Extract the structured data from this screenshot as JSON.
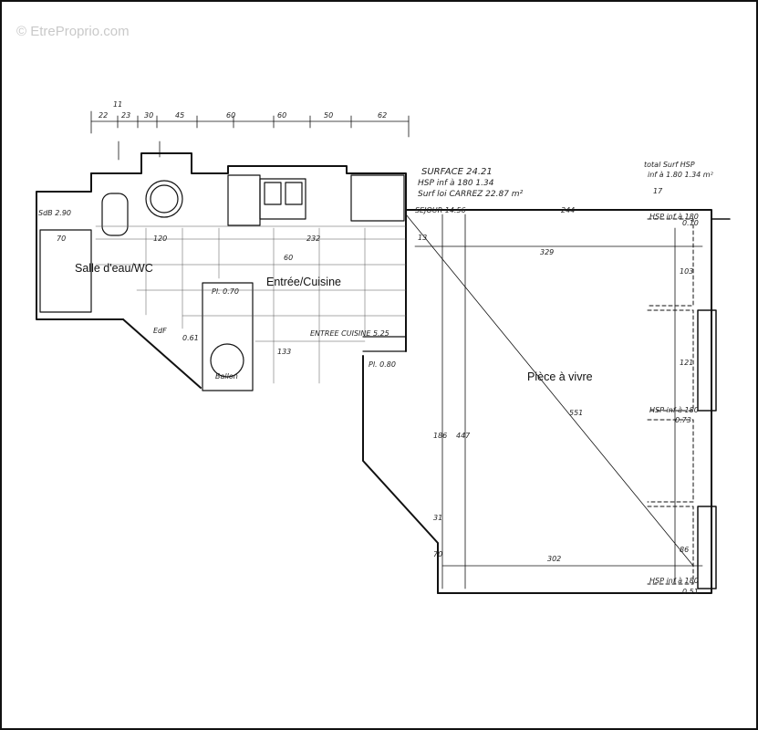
{
  "watermark": "© EtreProprio.com",
  "rooms": {
    "bathroom": "Salle d'eau/WC",
    "entry_kitchen": "Entrée/Cuisine",
    "living": "Pièce à vivre"
  },
  "notes": {
    "surface": "SURFACE   24.21",
    "hsp": "HSP inf à 180    1.34",
    "surf_carrez": "Surf loi CARREZ        22.87 m²",
    "sejour": "SEJOUR 14.56",
    "entree_cuisine": "ENTREE CUISINE 5.25",
    "sdb": "SdB 2.90",
    "total": "total Surf HSP",
    "total_sub": "inf à 1.80  1.34 m²",
    "edf": "EdF",
    "ballon": "Ballon",
    "pl070": "Pl. 0.70",
    "pl080": "Pl. 0.80",
    "hsp_top": "HSP inf à 180",
    "hsp_mid": "HSP inf à 180",
    "hsp_bot": "HSP inf à 180"
  },
  "dims": {
    "top": [
      "11",
      "22",
      "23",
      "30",
      "45",
      "60",
      "60",
      "50",
      "62"
    ],
    "d70": "70",
    "d120": "120",
    "d232": "232",
    "d60": "60",
    "d13": "13",
    "d329": "329",
    "d244": "244",
    "d302": "302",
    "d551": "551",
    "d447": "447",
    "d186": "186",
    "d31": "31",
    "d70b": "70",
    "d133": "133",
    "d103": "103",
    "d121": "121",
    "d86": "86",
    "d17": "17",
    "d010": "0.10",
    "d073": "0.73",
    "d051": "0.51",
    "d061": "0.61"
  }
}
